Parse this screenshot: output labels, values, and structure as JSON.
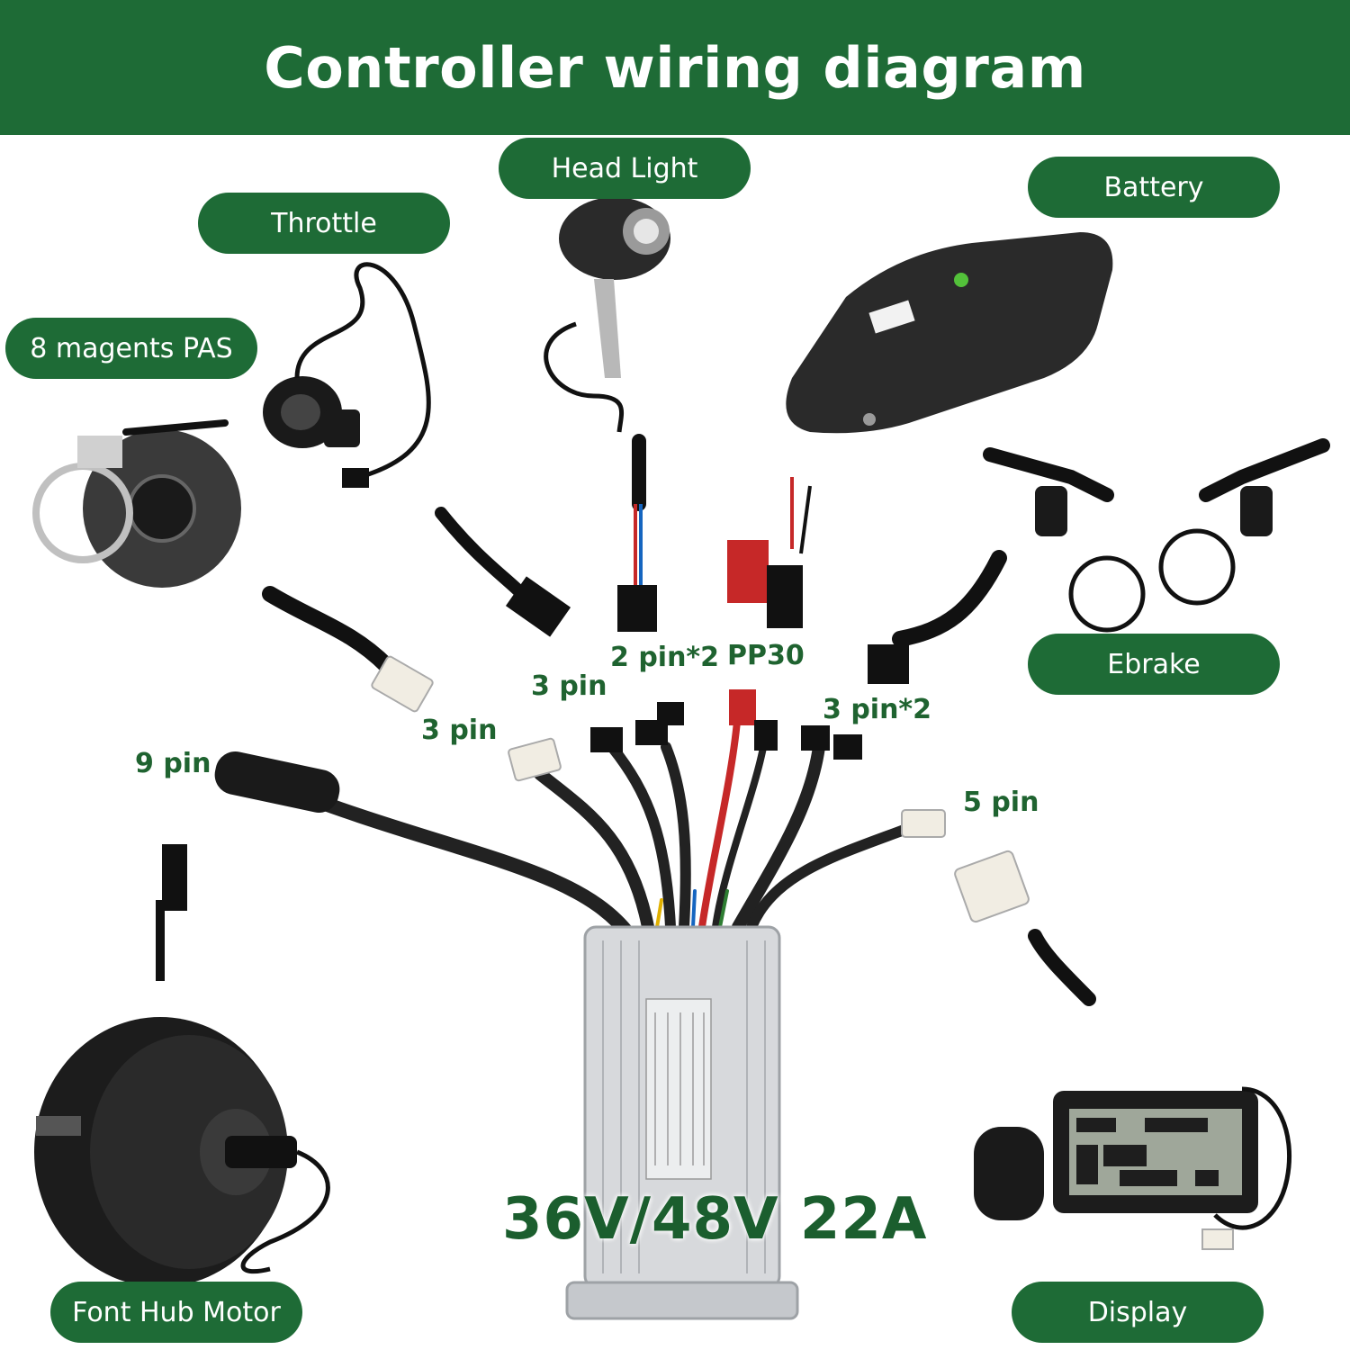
{
  "title": "Controller wiring diagram",
  "labels": {
    "head_light": "Head Light",
    "battery": "Battery",
    "throttle": "Throttle",
    "pas": "8 magents PAS",
    "ebrake": "Ebrake",
    "motor": "Font Hub Motor",
    "display": "Display"
  },
  "connectors": {
    "pas_pin": "3 pin",
    "throttle_pin": "3 pin",
    "light_pin": "2 pin*2",
    "battery_plug": "PP30",
    "ebrake_pin": "3 pin*2",
    "motor_pin": "9 pin",
    "display_pin": "5 pin"
  },
  "controller": {
    "rating": "36V/48V  22A"
  },
  "colors": {
    "brand_green": "#1e6b36",
    "text_green": "#1f6330"
  }
}
